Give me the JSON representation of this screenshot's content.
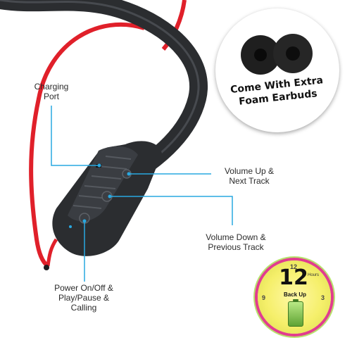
{
  "labels": {
    "charging_port": "Charging\nPort",
    "volume_up": "Volume Up &\nNext Track",
    "volume_down": "Volume Down &\nPrevious Track",
    "power": "Power On/Off &\nPlay/Pause &\nCalling"
  },
  "foam_callout": {
    "text": "Come With Extra\nFoam Earbuds"
  },
  "backup_badge": {
    "hours_value": "12",
    "hours_unit": "Hours",
    "label": "Back Up",
    "clock_numbers": {
      "top": "12",
      "left": "9",
      "right": "3"
    }
  },
  "colors": {
    "neckband": "#2b2d30",
    "cable": "#e0202a",
    "pointer_lines": "#29a8e0",
    "badge_ring": "#e23c8f"
  },
  "icons": {
    "device": "neckband-controller",
    "foam": "foam-earbud-covers",
    "battery": "battery-icon"
  }
}
